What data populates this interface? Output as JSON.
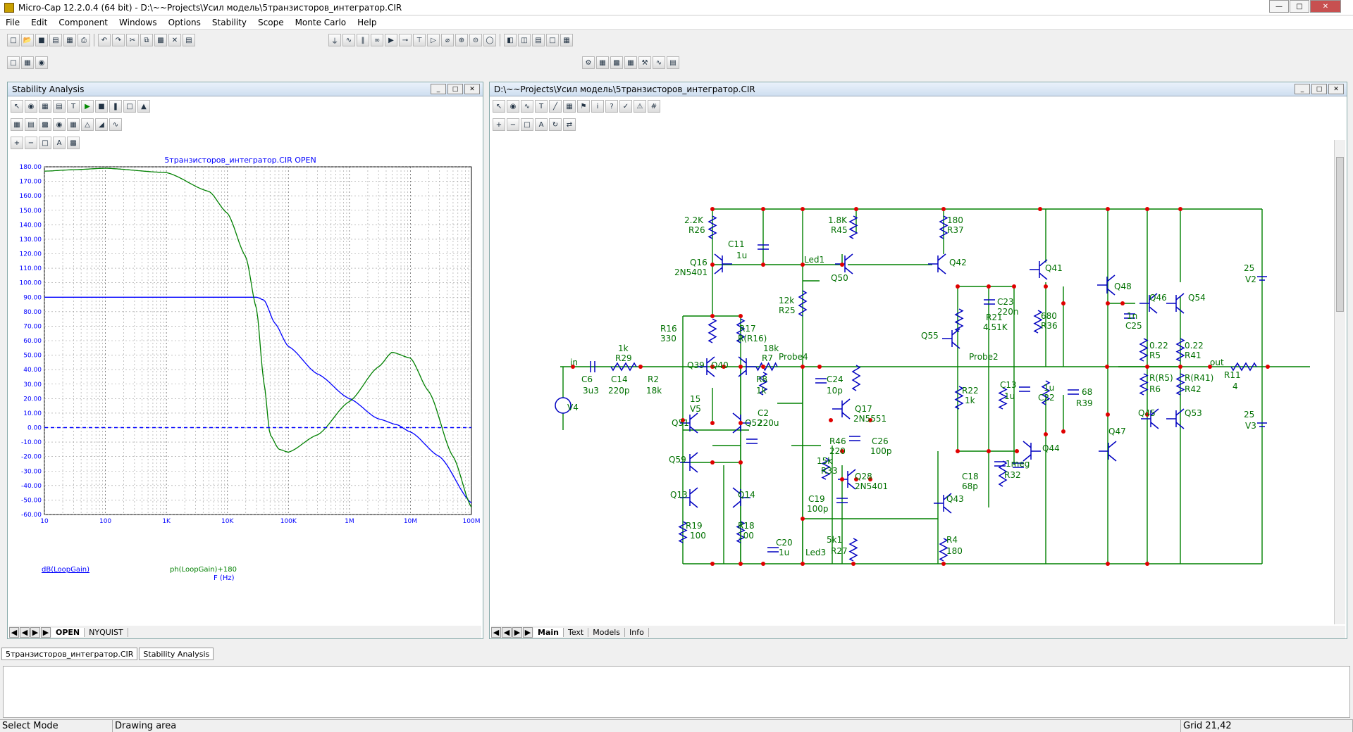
{
  "window": {
    "title": "Micro-Cap 12.2.0.4 (64 bit) - D:\\~~Projects\\Усил модель\\5транзисторов_интегратор.CIR"
  },
  "menu": [
    "File",
    "Edit",
    "Component",
    "Windows",
    "Options",
    "Stability",
    "Scope",
    "Monte Carlo",
    "Help"
  ],
  "stability": {
    "title": "Stability Analysis",
    "plot_title": "5транзисторов_интегратор.CIR OPEN",
    "tabs": [
      "OPEN",
      "NYQUIST"
    ],
    "legend1": "dB(LoopGain)",
    "legend2": "ph(LoopGain)+180",
    "xlabel": "F (Hz)"
  },
  "chart_data": {
    "type": "line",
    "title": "5транзисторов_интегратор.CIR OPEN",
    "xlabel": "F (Hz)",
    "x_scale": "log",
    "xlim": [
      10,
      100000000
    ],
    "ylim": [
      -60,
      180
    ],
    "yticks": [
      "180.00",
      "170.00",
      "160.00",
      "150.00",
      "140.00",
      "130.00",
      "120.00",
      "110.00",
      "100.00",
      "90.00",
      "80.00",
      "70.00",
      "60.00",
      "50.00",
      "40.00",
      "30.00",
      "20.00",
      "10.00",
      "0.00",
      "-10.00",
      "-20.00",
      "-30.00",
      "-40.00",
      "-50.00",
      "-60.00"
    ],
    "xticks": [
      "10",
      "100",
      "1K",
      "10K",
      "100K",
      "1M",
      "10M",
      "100M"
    ],
    "grid": true,
    "series": [
      {
        "name": "dB(LoopGain)",
        "color": "#0000ff",
        "x": [
          10,
          1000,
          10000,
          30000,
          40000,
          60000,
          100000,
          300000,
          1000000,
          3000000,
          6000000,
          10000000,
          30000000,
          100000000
        ],
        "y": [
          90,
          90,
          90,
          90,
          88,
          72,
          56,
          37,
          20,
          6,
          2,
          -3,
          -20,
          -52
        ]
      },
      {
        "name": "ph(LoopGain)+180",
        "color": "#008000",
        "x": [
          10,
          30,
          100,
          1000,
          5000,
          10000,
          20000,
          30000,
          40000,
          50000,
          70000,
          100000,
          300000,
          1000000,
          3000000,
          5000000,
          10000000,
          20000000,
          50000000,
          100000000
        ],
        "y": [
          177,
          178,
          179,
          176,
          163,
          148,
          118,
          82,
          30,
          -5,
          -15,
          -17,
          -5,
          18,
          42,
          52,
          48,
          25,
          -20,
          -55
        ]
      },
      {
        "name": "zero",
        "color": "#0000ff",
        "dashed": true,
        "x": [
          10,
          100000000
        ],
        "y": [
          0,
          0
        ]
      }
    ]
  },
  "schematic": {
    "title": "D:\\~~Projects\\Усил модель\\5транзисторов_интегратор.CIR",
    "tabs": [
      "Main",
      "Text",
      "Models",
      "Info"
    ],
    "labels": [
      {
        "t": "2.2K"
      },
      {
        "t": "R26"
      },
      {
        "t": "C11"
      },
      {
        "t": "1u"
      },
      {
        "t": "1.8K"
      },
      {
        "t": "R45"
      },
      {
        "t": "180"
      },
      {
        "t": "R37"
      },
      {
        "t": "Led1"
      },
      {
        "t": "Q42"
      },
      {
        "t": "Q16"
      },
      {
        "t": "2N5401"
      },
      {
        "t": "Q50"
      },
      {
        "t": "Q41"
      },
      {
        "t": "Q48"
      },
      {
        "t": "Q46"
      },
      {
        "t": "Q54"
      },
      {
        "t": "12k"
      },
      {
        "t": "R25"
      },
      {
        "t": "C23"
      },
      {
        "t": "220n"
      },
      {
        "t": "R21"
      },
      {
        "t": "4.51K"
      },
      {
        "t": "680"
      },
      {
        "t": "R36"
      },
      {
        "t": "1n"
      },
      {
        "t": "C25"
      },
      {
        "t": "R16"
      },
      {
        "t": "330"
      },
      {
        "t": "R17"
      },
      {
        "t": "R(R16)"
      },
      {
        "t": "Q55"
      },
      {
        "t": "0.22"
      },
      {
        "t": "R5"
      },
      {
        "t": "0.22"
      },
      {
        "t": "R41"
      },
      {
        "t": "25"
      },
      {
        "t": "V2"
      },
      {
        "t": "1k"
      },
      {
        "t": "R29"
      },
      {
        "t": "18k"
      },
      {
        "t": "R7"
      },
      {
        "t": "Probe4"
      },
      {
        "t": "Probe2"
      },
      {
        "t": "out"
      },
      {
        "t": "R11"
      },
      {
        "t": "4"
      },
      {
        "t": "in"
      },
      {
        "t": "Q39"
      },
      {
        "t": "Q40"
      },
      {
        "t": "C6"
      },
      {
        "t": "3u3"
      },
      {
        "t": "C14"
      },
      {
        "t": "220p"
      },
      {
        "t": "R2"
      },
      {
        "t": "18k"
      },
      {
        "t": "R8"
      },
      {
        "t": "1k"
      },
      {
        "t": "C24"
      },
      {
        "t": "10p"
      },
      {
        "t": "R22"
      },
      {
        "t": "1k"
      },
      {
        "t": "C13"
      },
      {
        "t": "1u"
      },
      {
        "t": "1u"
      },
      {
        "t": "C22"
      },
      {
        "t": "R(R5)"
      },
      {
        "t": "R6"
      },
      {
        "t": "R(R41)"
      },
      {
        "t": "R42"
      },
      {
        "t": "V4"
      },
      {
        "t": "15"
      },
      {
        "t": "V5"
      },
      {
        "t": "C2"
      },
      {
        "t": "220u"
      },
      {
        "t": "Q17"
      },
      {
        "t": "2N5551"
      },
      {
        "t": "68"
      },
      {
        "t": "R39"
      },
      {
        "t": "Q45"
      },
      {
        "t": "Q53"
      },
      {
        "t": "Q51"
      },
      {
        "t": "Q52"
      },
      {
        "t": "R46"
      },
      {
        "t": "220"
      },
      {
        "t": "C26"
      },
      {
        "t": "100p"
      },
      {
        "t": "Q44"
      },
      {
        "t": "Q47"
      },
      {
        "t": "25"
      },
      {
        "t": "V3"
      },
      {
        "t": "Q59"
      },
      {
        "t": "15k"
      },
      {
        "t": "R33"
      },
      {
        "t": "Q28"
      },
      {
        "t": "2N5401"
      },
      {
        "t": "C18"
      },
      {
        "t": "68p"
      },
      {
        "t": "1meg"
      },
      {
        "t": "R32"
      },
      {
        "t": "Q13"
      },
      {
        "t": "Q14"
      },
      {
        "t": "C19"
      },
      {
        "t": "100p"
      },
      {
        "t": "Q43"
      },
      {
        "t": "R19"
      },
      {
        "t": "100"
      },
      {
        "t": "R18"
      },
      {
        "t": "100"
      },
      {
        "t": "C20"
      },
      {
        "t": "1u"
      },
      {
        "t": "5k1"
      },
      {
        "t": "R27"
      },
      {
        "t": "Led3"
      },
      {
        "t": "R4"
      },
      {
        "t": "180"
      }
    ]
  },
  "doc_tabs": [
    "5транзисторов_интегратор.CIR",
    "Stability Analysis"
  ],
  "status": {
    "mode": "Select Mode",
    "area": "Drawing area",
    "grid": "Grid 21,42"
  }
}
